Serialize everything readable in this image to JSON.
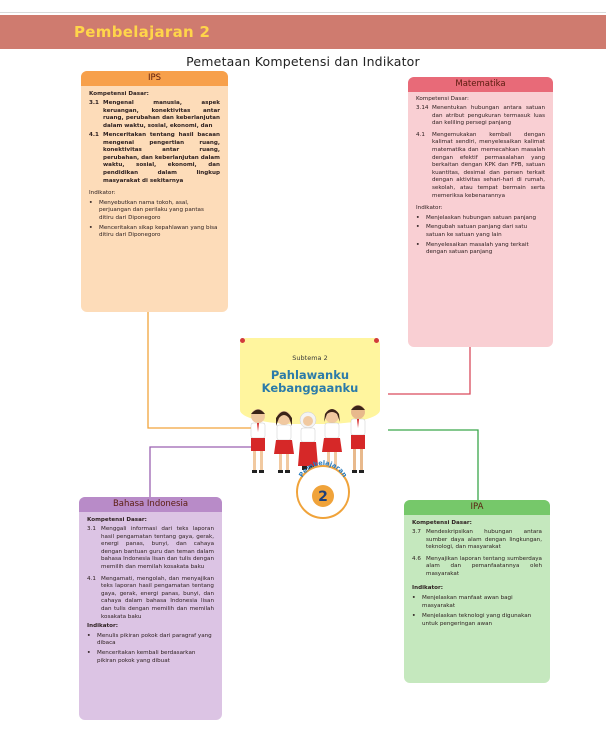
{
  "header": {
    "title": "Pembelajaran 2"
  },
  "map_title": "Pemetaan Kompetensi dan Indikator",
  "center": {
    "subtema": "Subtema 2",
    "title_line1": "Pahlawanku",
    "title_line2": "Kebanggaanku",
    "badge_text": "Pembelajaran",
    "badge_number": "2"
  },
  "ips": {
    "heading": "IPS",
    "kd_label": "Kompetensi Dasar:",
    "kd": [
      {
        "num": "3.1",
        "text": "Mengenal manusia, aspek keruangan, konektivitas antar ruang, perubahan dan keberlanjutan dalam waktu, sosial, ekonomi, dan"
      },
      {
        "num": "4.1",
        "text": "Menceritakan tentang hasil bacaan mengenai pengertian ruang, konektivitas antar ruang, perubahan, dan keberlanjutan dalam waktu, sosial, ekonomi, dan pendidikan dalam lingkup masyarakat di sekitarnya"
      }
    ],
    "ind_label": "Indikator:",
    "indicators": [
      "Menyebutkan nama tokoh, asal, perjuangan dan perilaku yang pantas ditiru dari Diponegoro",
      "Menceritakan sikap kepahlawan yang bisa ditiru dari Diponegoro"
    ]
  },
  "matematika": {
    "heading": "Matematika",
    "kd_label": "Kompetensi Dasar:",
    "kd": [
      {
        "num": "3.14",
        "text": "Menentukan hubungan antara satuan dan atribut pengukuran termasuk luas dan keliling persegi panjang"
      },
      {
        "num": "4.1",
        "text": "Mengemukakan kembali dengan kalimat sendiri, menyelesaikan kalimat matematika dan memecahkan masalah dengan efektif permasalahan yang berkaitan dengan KPK dan FPB, satuan kuantitas, desimal dan persen terkait dengan aktivitas sehari-hari di rumah, sekolah, atau tempat bermain serta memeriksa kebenarannya"
      }
    ],
    "ind_label": "Indikator:",
    "indicators": [
      "Menjelaskan hubungan satuan panjang",
      "Mengubah satuan panjang dari satu satuan ke satuan yang lain",
      "Menyelesaikan masalah yang terkait dengan satuan panjang"
    ]
  },
  "bahasa_indonesia": {
    "heading": "Bahasa Indonesia",
    "kd_label": "Kompetensi Dasar:",
    "kd": [
      {
        "num": "3.1",
        "text": "Menggali informasi dari teks laporan hasil pengamatan tentang gaya, gerak, energi panas, bunyi, dan cahaya dengan bantuan guru dan teman dalam bahasa Indonesia lisan dan tulis dengan memilih dan memilah kosakata baku"
      },
      {
        "num": "4.1",
        "text": "Mengamati, mengolah, dan menyajikan teks laporan hasil pengamatan tentang gaya, gerak, energi panas, bunyi, dan cahaya dalam bahasa Indonesia lisan dan tulis dengan memilih dan memilah kosakata baku"
      }
    ],
    "ind_label": "Indikator:",
    "indicators": [
      "Menulis pikiran pokok dari paragraf yang dibaca",
      "Menceritakan kembali berdasarkan pikiran pokok yang dibuat"
    ]
  },
  "ipa": {
    "heading": "IPA",
    "kd_label": "Kompetensi Dasar:",
    "kd": [
      {
        "num": "3.7",
        "text": "Mendeskripsikan hubungan antara sumber daya alam dengan lingkungan, teknologi, dan masyarakat"
      },
      {
        "num": "4.6",
        "text": "Menyajikan laporan tentang sumberdaya alam dan pemanfaatannya oleh masyarakat"
      }
    ],
    "ind_label": "Indikator:",
    "indicators": [
      "Menjelaskan manfaat awan bagi masyarakat",
      "Menjelaskan teknologi yang digunakan untuk pengeringan awan"
    ]
  },
  "colors": {
    "header_band": "#cf7b6f",
    "header_text": "#ffd54a",
    "ips_head": "#f7a04b",
    "ips_body": "#fddcb9",
    "mtk_head": "#e86a78",
    "mtk_body": "#f9cfd3",
    "bi_head": "#b88bc8",
    "bi_body": "#dcc4e4",
    "ipa_head": "#76c86a",
    "ipa_body": "#c5e8be"
  }
}
